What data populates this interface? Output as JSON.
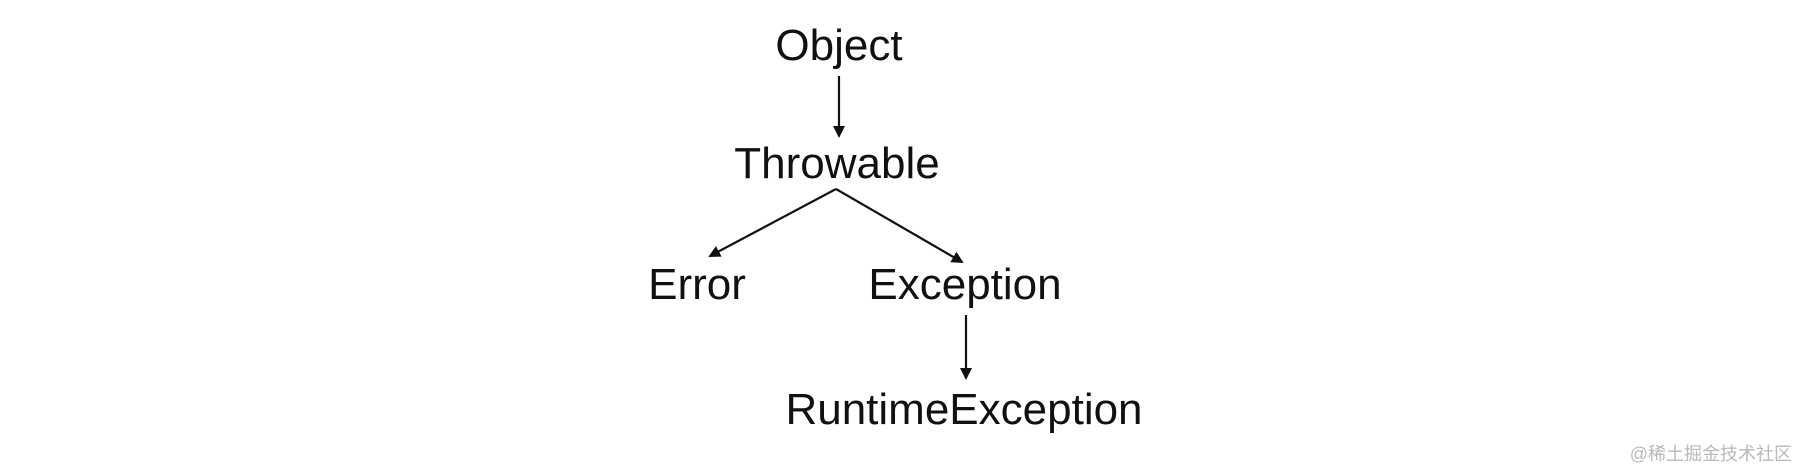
{
  "nodes": {
    "object": "Object",
    "throwable": "Throwable",
    "error": "Error",
    "exception": "Exception",
    "runtime_exception": "RuntimeException"
  },
  "edges": [
    {
      "from": "object",
      "to": "throwable"
    },
    {
      "from": "throwable",
      "to": "error"
    },
    {
      "from": "throwable",
      "to": "exception"
    },
    {
      "from": "exception",
      "to": "runtime_exception"
    }
  ],
  "watermark": "@稀土掘金技术社区"
}
